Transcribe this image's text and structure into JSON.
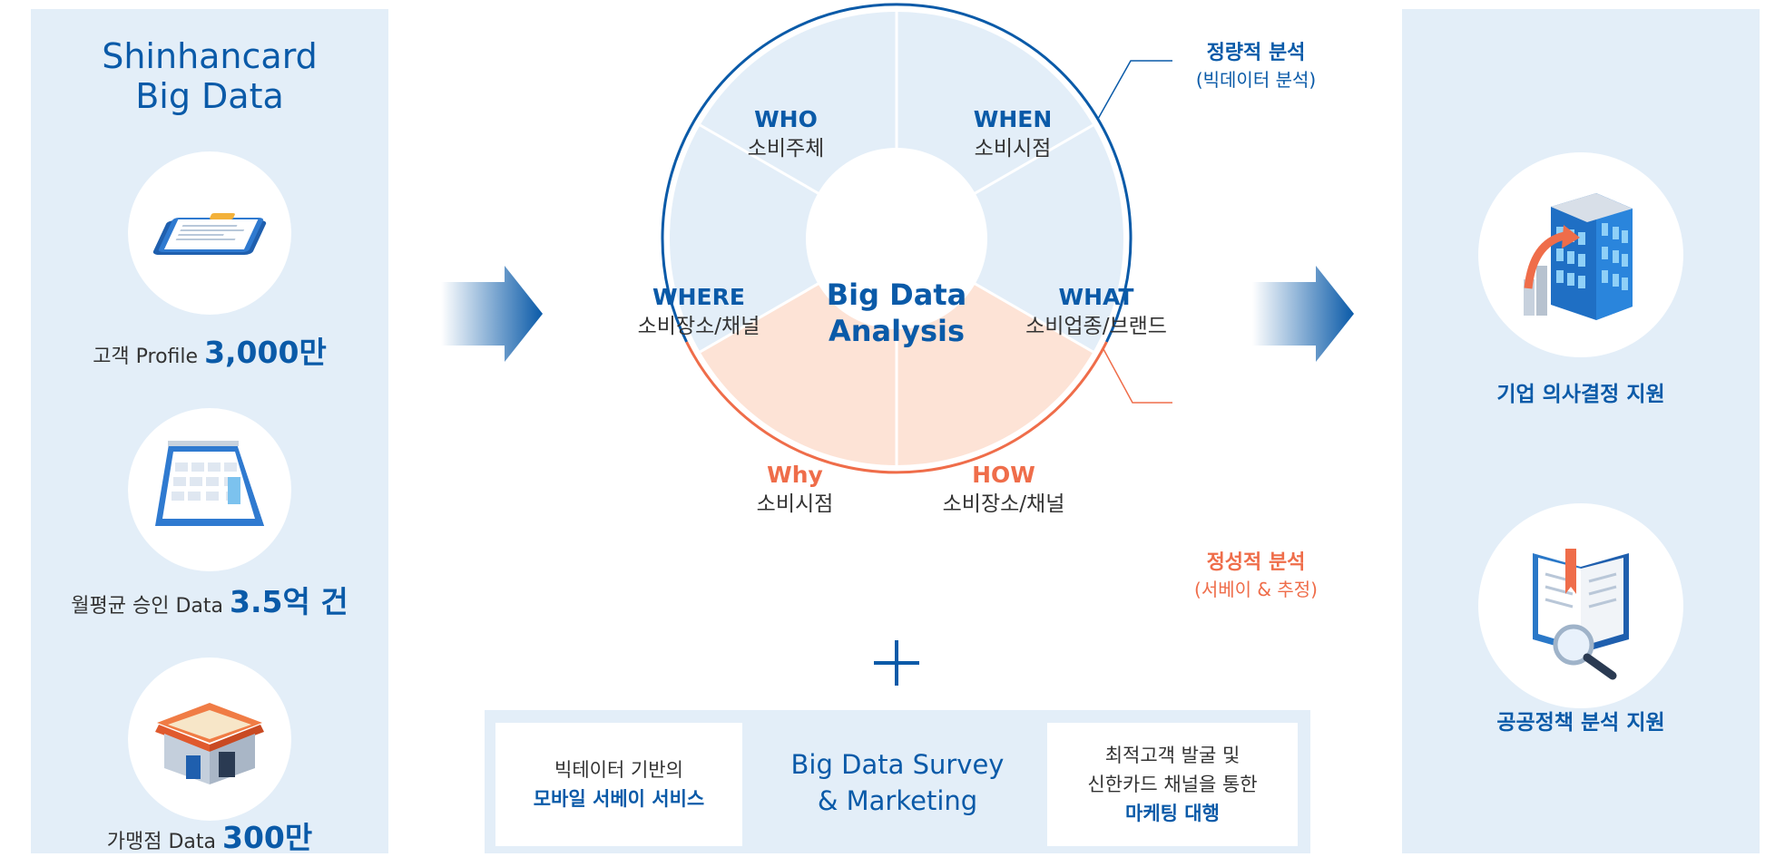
{
  "left_panel": {
    "title_line1": "Shinhancard",
    "title_line2": "Big Data",
    "stats": [
      {
        "label": "고객 Profile ",
        "value": "3,000만",
        "icon": "clipboard-icon"
      },
      {
        "label": "월평균 승인 Data ",
        "value": "3.5억 건",
        "icon": "calendar-icon"
      },
      {
        "label": "가맹점 Data ",
        "value": "300만",
        "icon": "store-icon"
      }
    ]
  },
  "wheel": {
    "center_line1": "Big Data",
    "center_line2": "Analysis",
    "segments": [
      {
        "title": "WHO",
        "subtitle": "소비주체"
      },
      {
        "title": "WHEN",
        "subtitle": "소비시점"
      },
      {
        "title": "WHERE",
        "subtitle": "소비장소/채널"
      },
      {
        "title": "WHAT",
        "subtitle": "소비업종/브랜드"
      },
      {
        "title": "Why",
        "subtitle": "소비시점"
      },
      {
        "title": "HOW",
        "subtitle": "소비장소/채널"
      }
    ],
    "quant_callout": {
      "title": "정량적 분석",
      "sub": "(빅데이터 분석)"
    },
    "qual_callout": {
      "title": "정성적 분석",
      "sub": "(서베이 & 추정)"
    }
  },
  "survey": {
    "left_line1": "빅테이터 기반의",
    "left_line2": "모바일 서베이 서비스",
    "center_line1": "Big Data Survey",
    "center_line2": "& Marketing",
    "right_line1": "최적고객 발굴 및",
    "right_line2": "신한카드 채널을 통한",
    "right_line3": "마케팅 대행"
  },
  "right_panel": {
    "items": [
      {
        "label": "기업 의사결정 지원",
        "icon": "building-icon"
      },
      {
        "label": "공공정책 분석 지원",
        "icon": "book-magnifier-icon"
      }
    ]
  },
  "colors": {
    "brand_blue": "#0a5aa8",
    "panel_bg": "#e3eef8",
    "warm_segment": "#fde3d6",
    "accent_orange": "#ef6d4a"
  }
}
